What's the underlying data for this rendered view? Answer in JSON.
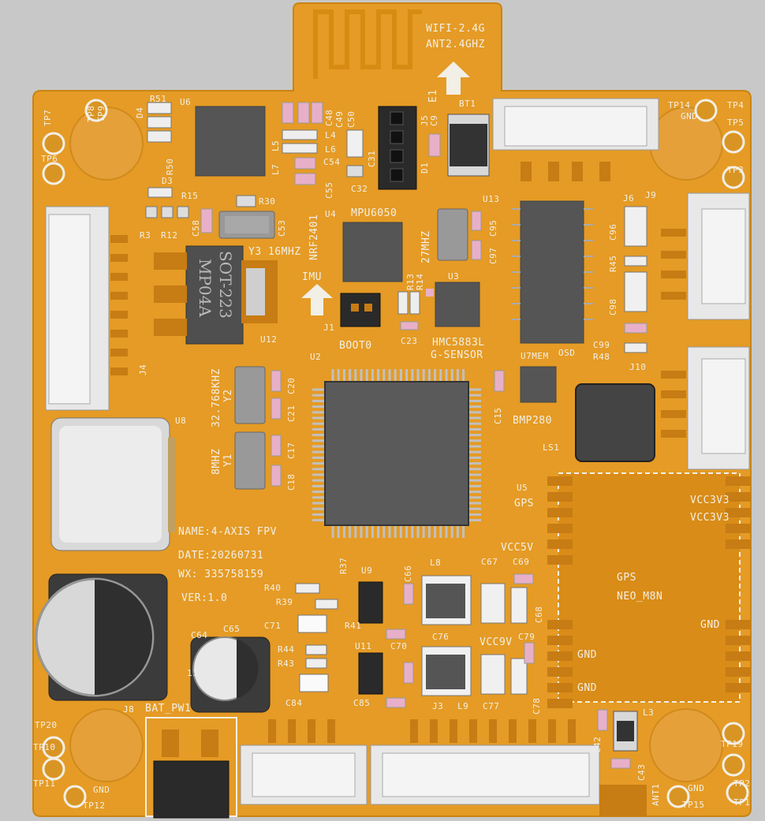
{
  "board": {
    "antenna": {
      "l1": "WIFI-2.4G",
      "l2": "ANT2.4GHZ",
      "ref": "E1"
    },
    "info": {
      "name": "NAME:4-AXIS FPV",
      "date": "DATE:20260731",
      "wx": "WX: 335758159",
      "ver": "VER:1.0"
    },
    "chips": {
      "reg_l1": "SOT-223",
      "reg_l2": "MP04A",
      "imu": "MPU6050",
      "nrf": "NRF2401",
      "mag": "HMC5883L",
      "gsensor": "G-SENSOR",
      "baro": "BMP280",
      "gps_title": "GPS",
      "gps_model": "NEO_M8N",
      "gps_ref_label": "GPS",
      "imu_arrow": "IMU",
      "boot": "BOOT0",
      "mem": "U7MEM",
      "osd": "OSD",
      "y3": "Y3 16MHZ",
      "y2a": "32.768KHZ",
      "y2b": "Y2",
      "y1a": "8MHZ",
      "y1b": "Y1",
      "y27": "27MHZ"
    },
    "power": {
      "vcc5v": "VCC5V",
      "vcc9v": "VCC9V",
      "vcc3v3a": "VCC3V3",
      "vcc3v3b": "VCC3V3",
      "gnd1": "GND",
      "gnd2": "GND",
      "gnd3": "GND",
      "bat": "BAT_PW1",
      "bat_ref": "J8"
    },
    "refs": {
      "R51": "R51",
      "D4": "D4",
      "U6": "U6",
      "TP7": "TP7",
      "TP8": "TP8",
      "TP9": "TP9",
      "TP6": "TP6",
      "R50": "R50",
      "D3": "D3",
      "R15": "R15",
      "R30": "R30",
      "R3": "R3",
      "R12": "R12",
      "C58": "C58",
      "C53": "C53",
      "U4": "U4",
      "C48": "C48",
      "C49": "C49",
      "C50": "C50",
      "L4": "L4",
      "L5": "L5",
      "L6": "L6",
      "L7": "L7",
      "C54": "C54",
      "C55": "C55",
      "C31": "C31",
      "C32": "C32",
      "J5": "J5",
      "C9": "C9",
      "D1": "D1",
      "BT1": "BT1",
      "TP14": "TP14",
      "GNDT": "GND",
      "TP4": "TP4",
      "TP5": "TP5",
      "TP3": "TP3",
      "U13": "U13",
      "J6": "J6",
      "J9": "J9",
      "C95": "C95",
      "C97": "C97",
      "C96": "C96",
      "R45": "R45",
      "C98": "C98",
      "C99": "C99",
      "R48": "R48",
      "J10": "J10",
      "J4": "J4",
      "U12": "U12",
      "J1": "J1",
      "R13": "R13",
      "R14": "R14",
      "U3": "U3",
      "C23": "C23",
      "U2": "U2",
      "C20": "C20",
      "C21": "C21",
      "C15": "C15",
      "LS1": "LS1",
      "U8": "U8",
      "C17": "C17",
      "C18": "C18",
      "U5": "U5",
      "R37": "R37",
      "U9": "U9",
      "C66": "C66",
      "L8": "L8",
      "C67": "C67",
      "C69": "C69",
      "R40": "R40",
      "R39": "R39",
      "C68": "C68",
      "C71": "C71",
      "R41": "R41",
      "C76": "C76",
      "C64": "C64",
      "C65": "C65",
      "R44": "R44",
      "U11": "U11",
      "C70": "C70",
      "C79": "C79",
      "R43": "R43",
      "C84": "C84",
      "C85": "C85",
      "TP20": "TP20",
      "J3": "J3",
      "L9": "L9",
      "C77": "C77",
      "C78": "C78",
      "L3": "L3",
      "TP10": "TP10",
      "TP11": "TP11",
      "TP12": "TP12",
      "C42": "C42",
      "C43": "C43",
      "ANT1": "ANT1",
      "TP15": "TP15",
      "TP19": "TP19",
      "TP2": "TP2",
      "TP1": "TP1",
      "C61": "11",
      "GNDB": "GND",
      "GNDBR": "GND"
    }
  },
  "colors": {
    "pcb": "#e59b25",
    "pcb_dark": "#d98c17",
    "silk": "#f2efe6",
    "chip": "#555555",
    "connector": "#e8e8e8",
    "pad": "#c77c14",
    "pink": "#e8b0c8",
    "background": "#c8c8c8"
  }
}
